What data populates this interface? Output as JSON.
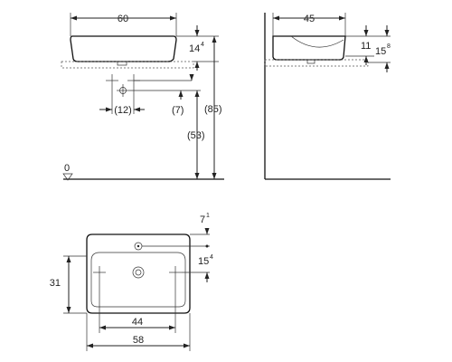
{
  "front_view": {
    "width": "60",
    "rim_height": "14",
    "rim_height_sup": "4",
    "total_height": "(85)",
    "mount_height": "(53)",
    "bracket_spacing": "(12)",
    "bracket_offset": "(7)",
    "floor_level": "0"
  },
  "side_view": {
    "depth": "45",
    "bowl_height": "11",
    "outer_height": "15",
    "outer_height_sup": "8"
  },
  "top_view": {
    "tap_hole_offset": "7",
    "tap_hole_offset_sup": "1",
    "waste_offset": "15",
    "waste_offset_sup": "4",
    "depth": "31",
    "fixing_spacing": "44",
    "width": "58"
  }
}
